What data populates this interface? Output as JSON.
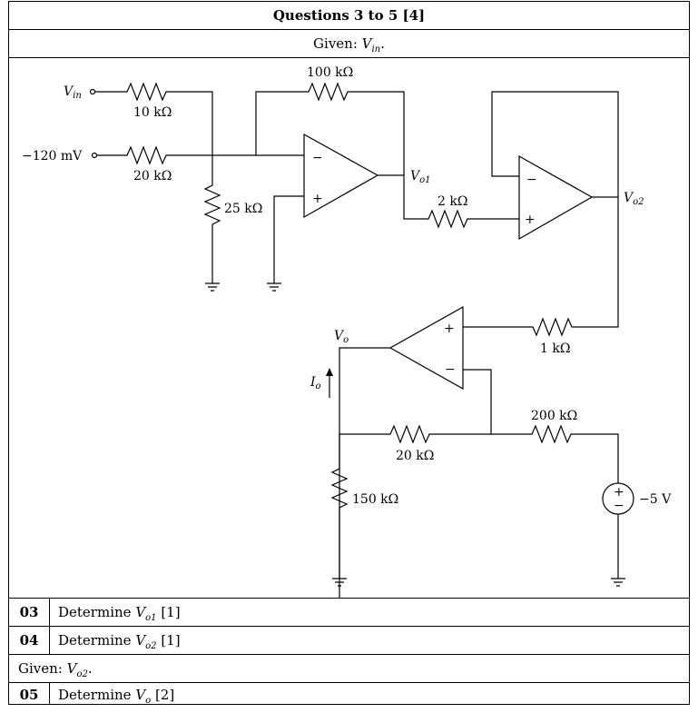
{
  "header": {
    "title": "Questions 3 to 5 [4]",
    "given_prefix": "Given: ",
    "given_var": "V",
    "given_sub": "in",
    "given_suffix": "."
  },
  "diagram": {
    "vin_label": "V",
    "vin_sub": "in",
    "v_in2_label": "−120 mV",
    "r1": "10 kΩ",
    "r2": "20 kΩ",
    "r3": "25 kΩ",
    "r_feedback1": "100 kΩ",
    "vo1_label": "V",
    "vo1_sub": "o1",
    "r4": "2 kΩ",
    "vo2_label": "V",
    "vo2_sub": "o2",
    "r5": "1 kΩ",
    "vo_label": "V",
    "vo_sub": "o",
    "io_label": "I",
    "io_sub": "o",
    "r6": "200 kΩ",
    "r7": "20 kΩ",
    "r8": "150 kΩ",
    "source_label": "−5 V",
    "minus": "−",
    "plus": "+"
  },
  "questions": [
    {
      "num": "03",
      "text": "Determine ",
      "var": "V",
      "sub": "o1",
      "marks": " [1]"
    },
    {
      "num": "04",
      "text": "Determine ",
      "var": "V",
      "sub": "o2",
      "marks": " [1]"
    },
    {
      "num": "05",
      "text": "Determine ",
      "var": "V",
      "sub": "o",
      "marks": " [2]"
    }
  ],
  "given2": {
    "prefix": "Given: ",
    "var": "V",
    "sub": "o2",
    "suffix": "."
  }
}
